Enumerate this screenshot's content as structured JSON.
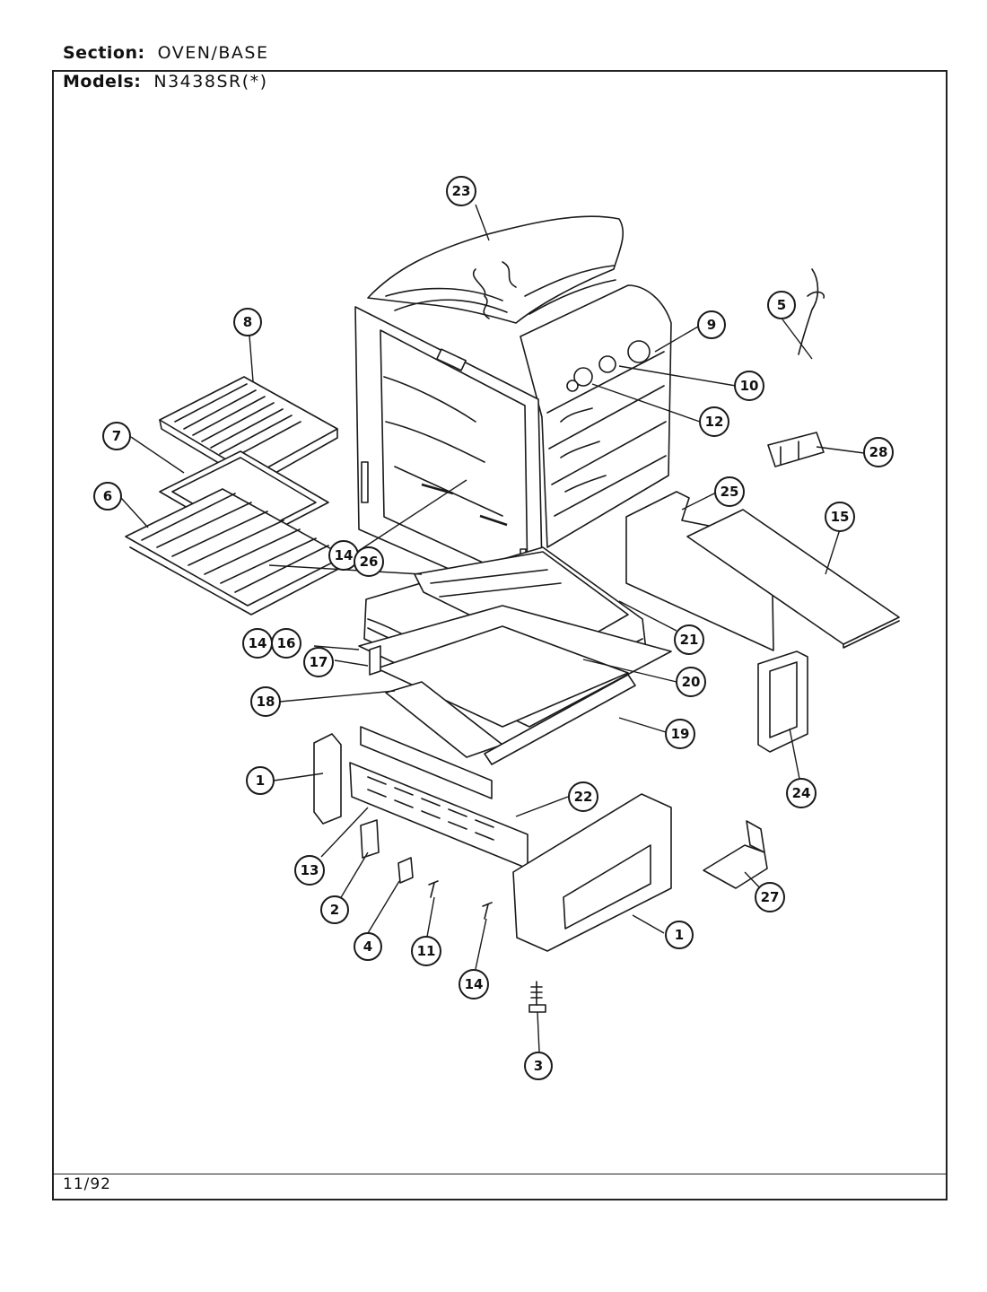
{
  "header": {
    "section_label": "Section:",
    "section_value": "OVEN/BASE",
    "models_label": "Models:",
    "models_value": "N3438SR(*)"
  },
  "footer": {
    "date": "11/92"
  },
  "callouts": [
    {
      "id": "c23",
      "num": "23"
    },
    {
      "id": "c8",
      "num": "8"
    },
    {
      "id": "c9",
      "num": "9"
    },
    {
      "id": "c5",
      "num": "5"
    },
    {
      "id": "c10",
      "num": "10"
    },
    {
      "id": "c12",
      "num": "12"
    },
    {
      "id": "c7",
      "num": "7"
    },
    {
      "id": "c28",
      "num": "28"
    },
    {
      "id": "c6",
      "num": "6"
    },
    {
      "id": "c25",
      "num": "25"
    },
    {
      "id": "c15",
      "num": "15"
    },
    {
      "id": "c14a",
      "num": "14"
    },
    {
      "id": "c26",
      "num": "26"
    },
    {
      "id": "c21",
      "num": "21"
    },
    {
      "id": "c14b",
      "num": "14"
    },
    {
      "id": "c16",
      "num": "16"
    },
    {
      "id": "c20",
      "num": "20"
    },
    {
      "id": "c17",
      "num": "17"
    },
    {
      "id": "c18",
      "num": "18"
    },
    {
      "id": "c19",
      "num": "19"
    },
    {
      "id": "c1a",
      "num": "1"
    },
    {
      "id": "c22",
      "num": "22"
    },
    {
      "id": "c24",
      "num": "24"
    },
    {
      "id": "c13",
      "num": "13"
    },
    {
      "id": "c27",
      "num": "27"
    },
    {
      "id": "c2",
      "num": "2"
    },
    {
      "id": "c1b",
      "num": "1"
    },
    {
      "id": "c4",
      "num": "4"
    },
    {
      "id": "c11",
      "num": "11"
    },
    {
      "id": "c14c",
      "num": "14"
    },
    {
      "id": "c3",
      "num": "3"
    }
  ]
}
